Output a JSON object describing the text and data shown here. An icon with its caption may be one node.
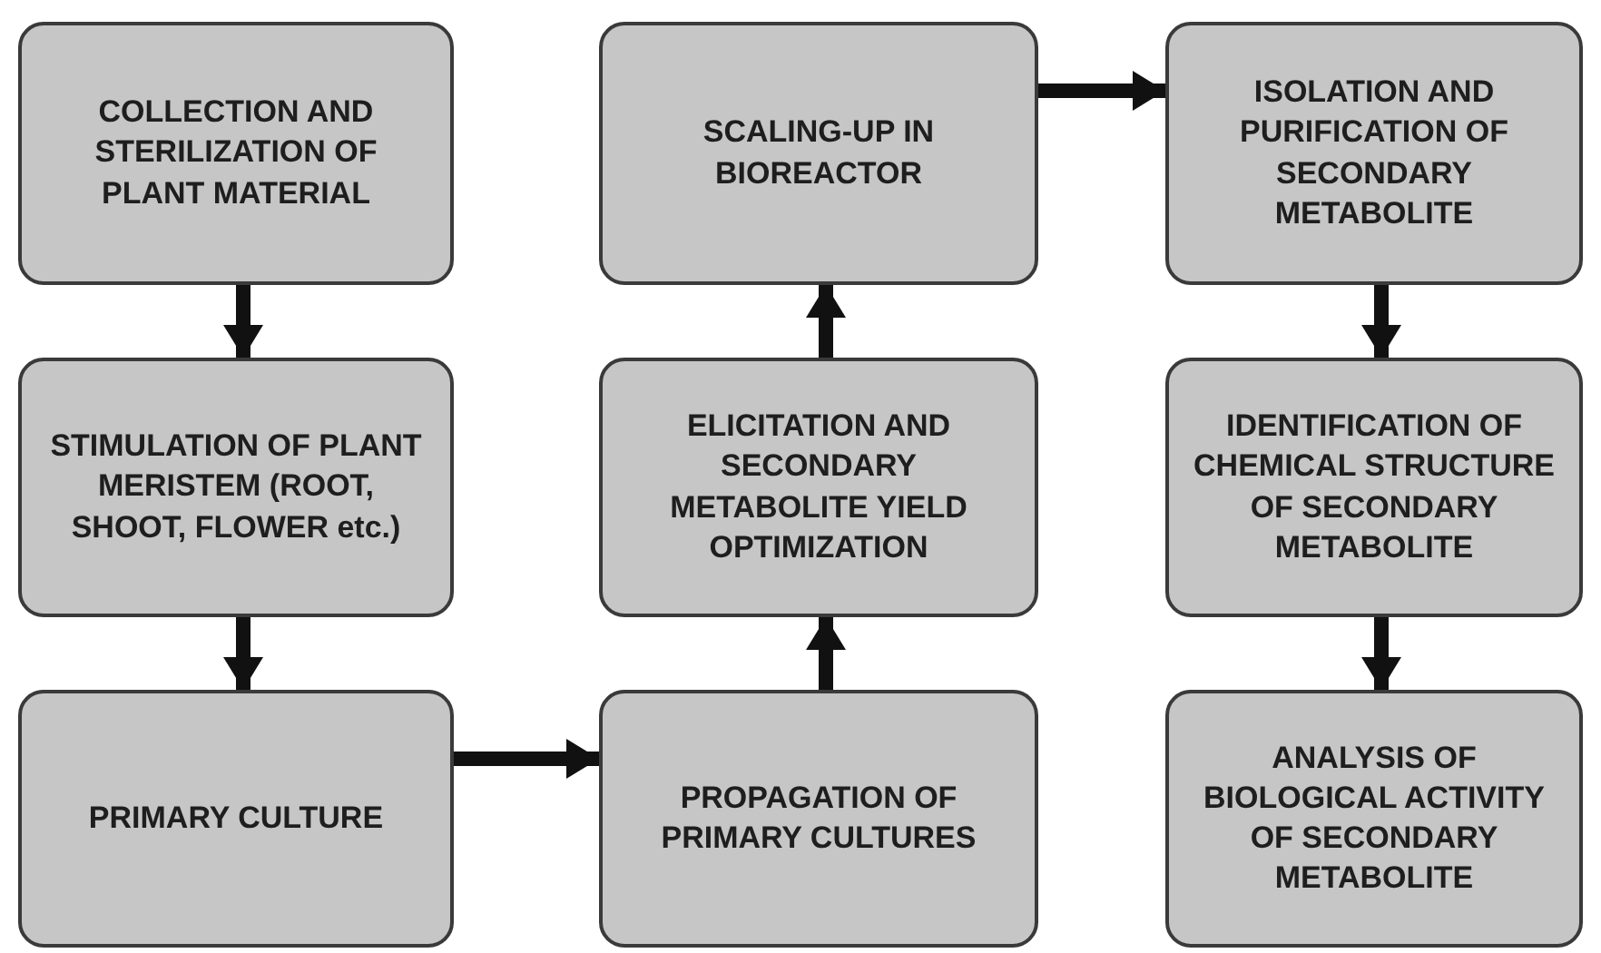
{
  "diagram": {
    "nodes": [
      {
        "text": [
          "COLLECTION AND STERILIZATION OF PLANT MATERIAL"
        ]
      },
      {
        "text": [
          "STIMULATION OF PLANT MERISTEM (ROOT, SHOOT, FLOWER etc.)"
        ]
      },
      {
        "text": [
          "PRIMARY CULTURE"
        ]
      },
      {
        "text": [
          "PROPAGATION OF PRIMARY CULTURES"
        ]
      },
      {
        "text": [
          "ELICITATION AND SECONDARY METABOLITE YIELD OPTIMIZATION"
        ]
      },
      {
        "text": [
          "SCALING-UP IN BIOREACTOR"
        ]
      },
      {
        "text": [
          "ISOLATION AND PURIFICATION OF SECONDARY METABOLITE"
        ]
      },
      {
        "text": [
          "IDENTIFICATION OF CHEMICAL STRUCTURE OF SECONDARY METABOLITE"
        ]
      },
      {
        "text": [
          "ANALYSIS OF BIOLOGICAL ACTIVITY OF SECONDARY METABOLITE"
        ]
      }
    ],
    "edges": [
      {
        "from": 0,
        "to": 1,
        "arrow": "to"
      },
      {
        "from": 1,
        "to": 2,
        "arrow": "to"
      },
      {
        "from": 2,
        "to": 3,
        "arrow": "to"
      },
      {
        "from": 3,
        "to": 4,
        "arrow": "to"
      },
      {
        "from": 4,
        "to": 5,
        "arrow": "to"
      },
      {
        "from": 5,
        "to": 6,
        "arrow": "to"
      },
      {
        "from": 6,
        "to": 7,
        "arrow": "to"
      },
      {
        "from": 7,
        "to": 8,
        "arrow": "to"
      }
    ]
  }
}
